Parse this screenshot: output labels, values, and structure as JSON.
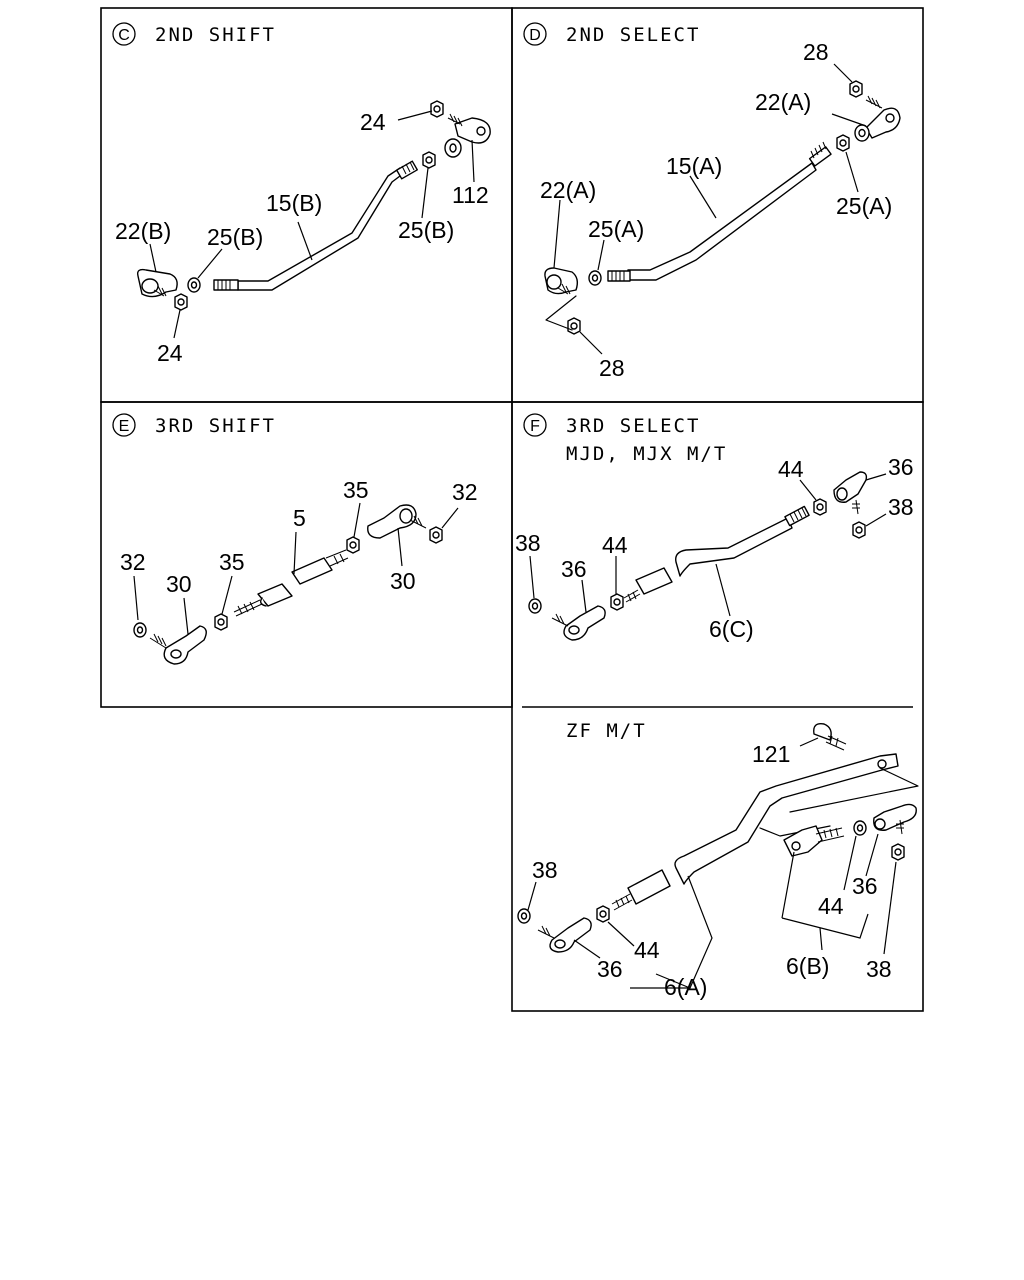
{
  "panels": {
    "c": {
      "letter": "C",
      "title": "2ND SHIFT",
      "labels": {
        "l24a": "24",
        "l112": "112",
        "l15b": "15(B)",
        "l25b_r": "25(B)",
        "l22b": "22(B)",
        "l25b_l": "25(B)",
        "l24b": "24"
      }
    },
    "d": {
      "letter": "D",
      "title": "2ND SELECT",
      "labels": {
        "l28a": "28",
        "l22a_r": "22(A)",
        "l15a": "15(A)",
        "l25a_r": "25(A)",
        "l22a_l": "22(A)",
        "l25a_l": "25(A)",
        "l28b": "28"
      }
    },
    "e": {
      "letter": "E",
      "title": "3RD SHIFT",
      "labels": {
        "l35r": "35",
        "l32r": "32",
        "l5": "5",
        "l30r": "30",
        "l32l": "32",
        "l30l": "30",
        "l35l": "35"
      }
    },
    "f": {
      "letter": "F",
      "title": "3RD SELECT",
      "subtitle": "MJD, MJX M/T",
      "labels": {
        "l44r": "44",
        "l36r": "36",
        "l38r": "38",
        "l38l": "38",
        "l44l": "44",
        "l36l": "36",
        "l6c": "6(C)"
      }
    },
    "zf": {
      "title": "ZF M/T",
      "labels": {
        "l121": "121",
        "l38l": "38",
        "l44l": "44",
        "l36l": "36",
        "l6a": "6(A)",
        "l36r": "36",
        "l44r": "44",
        "l6b": "6(B)",
        "l38r": "38"
      }
    }
  }
}
